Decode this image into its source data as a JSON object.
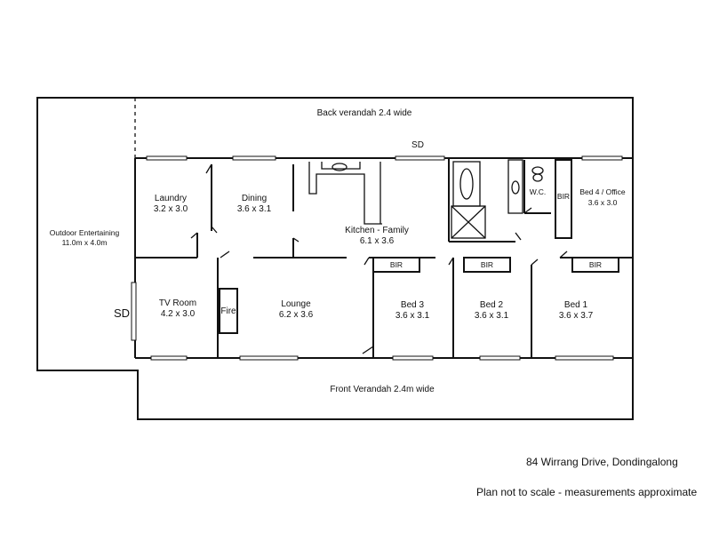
{
  "labels": {
    "back_verandah": "Back verandah 2.4 wide",
    "sd_top": "SD",
    "sd_left": "SD",
    "outdoor_name": "Outdoor Entertaining",
    "outdoor_size": "11.0m x 4.0m",
    "laundry_name": "Laundry",
    "laundry_size": "3.2 x 3.0",
    "dining_name": "Dining",
    "dining_size": "3.6 x 3.1",
    "kitchen_name": "Kitchen - Family",
    "kitchen_size": "6.1 x 3.6",
    "wc": "W.C.",
    "bir_bed4": "BIR",
    "bed4_name": "Bed 4 / Office",
    "bed4_size": "3.6 x 3.0",
    "tv_name": "TV Room",
    "tv_size": "4.2 x 3.0",
    "fire": "Fire",
    "lounge_name": "Lounge",
    "lounge_size": "6.2 x 3.6",
    "bir_bed3": "BIR",
    "bir_bed2": "BIR",
    "bir_bed1": "BIR",
    "bed3_name": "Bed 3",
    "bed3_size": "3.6 x 3.1",
    "bed2_name": "Bed 2",
    "bed2_size": "3.6 x 3.1",
    "bed1_name": "Bed 1",
    "bed1_size": "3.6 x 3.7",
    "front_verandah": "Front Verandah 2.4m wide"
  },
  "captions": {
    "address": "84 Wirrang Drive, Dondingalong",
    "note": "Plan not to scale - measurements approximate"
  }
}
